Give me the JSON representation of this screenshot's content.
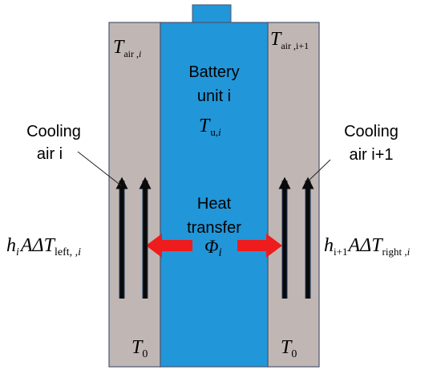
{
  "colors": {
    "battery": "#2196d9",
    "air": "#c0b7b4",
    "outline": "#4a5570",
    "arrow_flow": "#0a0a0a",
    "arrow_heat": "#ee1c1c"
  },
  "battery": {
    "title_line1": "Battery",
    "title_line2": "unit i",
    "temp_symbol": "T",
    "temp_sub": "u,",
    "temp_sub_i": "i"
  },
  "heat": {
    "line1": "Heat",
    "line2": "transfer",
    "flux_symbol": "Φ",
    "flux_sub": "i"
  },
  "left_air": {
    "temp_symbol": "T",
    "temp_sub": "air ,",
    "temp_sub_i": "i",
    "label_line1": "Cooling",
    "label_line2": "air i",
    "inlet_symbol": "T",
    "inlet_sub": "0",
    "flux_h": "h",
    "flux_h_sub": "i",
    "flux_body": "AΔT",
    "flux_sub": "left, ,",
    "flux_sub_i": "i"
  },
  "right_air": {
    "temp_symbol": "T",
    "temp_sub": "air ,",
    "temp_sub_i": "i+1",
    "label_line1": "Cooling",
    "label_line2": "air i+1",
    "inlet_symbol": "T",
    "inlet_sub": "0",
    "flux_h": "h",
    "flux_h_sub": "i+1",
    "flux_body": "AΔT",
    "flux_sub": "right ,",
    "flux_sub_i": "i"
  }
}
